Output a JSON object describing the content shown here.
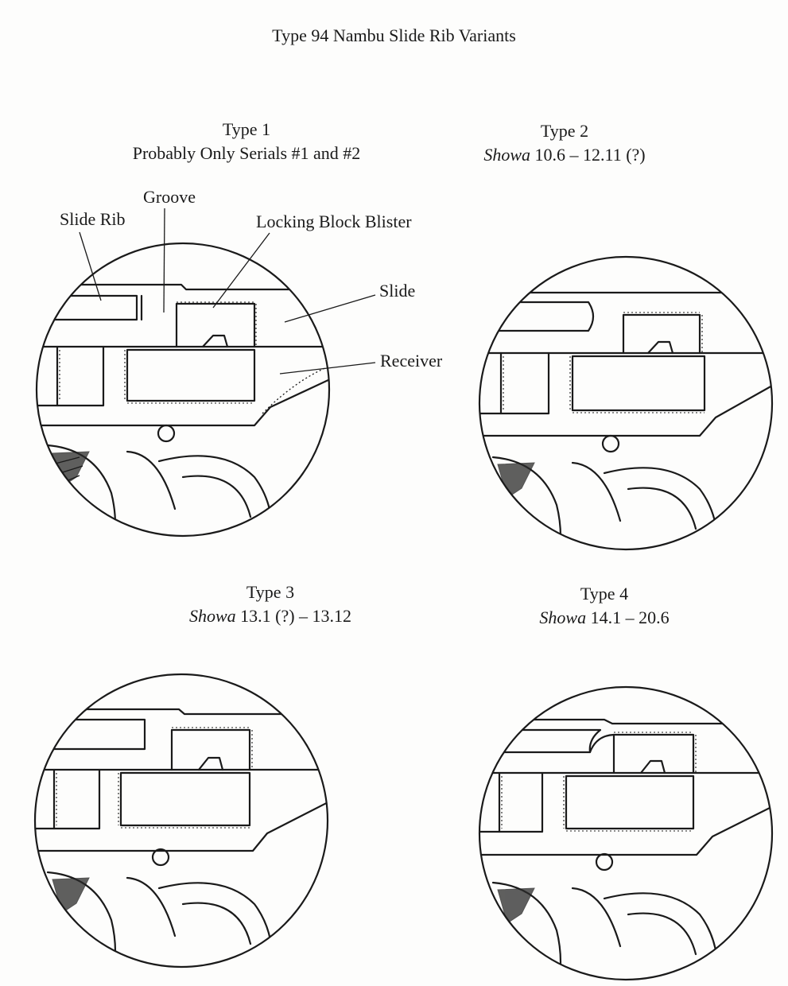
{
  "title": "Type 94 Nambu Slide Rib Variants",
  "variants": [
    {
      "label": "Type 1",
      "era": "",
      "range": "Probably Only Serials #1 and #2"
    },
    {
      "label": "Type 2",
      "era": "Showa",
      "range": "10.6 – 12.11 (?)"
    },
    {
      "label": "Type 3",
      "era": "Showa",
      "range": "13.1 (?) – 13.12"
    },
    {
      "label": "Type 4",
      "era": "Showa",
      "range": "14.1 – 20.6"
    }
  ],
  "callouts": {
    "slide_rib": "Slide Rib",
    "groove": "Groove",
    "locking_block": "Locking Block Blister",
    "slide": "Slide",
    "receiver": "Receiver"
  },
  "colors": {
    "ink": "#1a1a1a",
    "paper": "#fdfdfc"
  }
}
